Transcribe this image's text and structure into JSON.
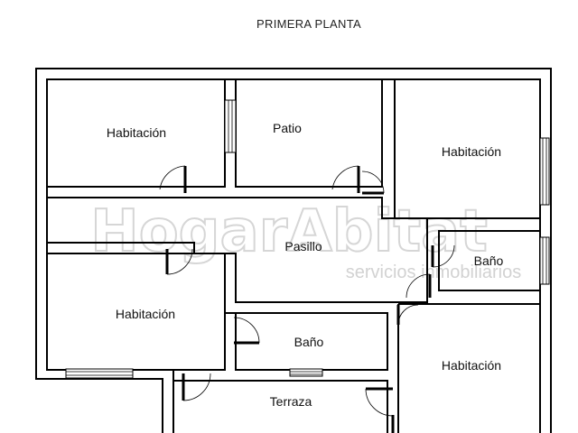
{
  "title": "PRIMERA PLANTA",
  "rooms": {
    "habitacion_top_left": "Habitación",
    "patio": "Patio",
    "habitacion_top_right": "Habitación",
    "pasillo": "Pasillo",
    "bano_right": "Baño",
    "habitacion_mid_left": "Habitación",
    "bano_center": "Baño",
    "habitacion_bottom_right": "Habitación",
    "terraza": "Terraza"
  },
  "watermark": {
    "logo": "HogarAbitat",
    "tagline": "servicios inmobiliarios"
  }
}
